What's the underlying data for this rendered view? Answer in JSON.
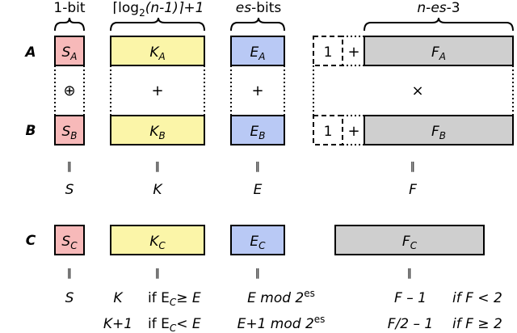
{
  "headers": {
    "sign": "1-bit",
    "regime_pre": "⌈log",
    "regime_sub": "2",
    "regime_post": "(n-1)⌉+1",
    "exp_es": "es",
    "exp_suffix": "-bits",
    "frac_n": "n",
    "frac_dash1": "-",
    "frac_es": "es",
    "frac_tail": "-3"
  },
  "rows": {
    "a": "A",
    "b": "B",
    "c": "C"
  },
  "fields": {
    "s": "S",
    "k": "K",
    "e": "E",
    "f": "F",
    "sub_a": "A",
    "sub_b": "B",
    "sub_c": "C",
    "hidden_one": "1"
  },
  "operators": {
    "xor": "⊕",
    "plus": "+",
    "times": "×",
    "equals": "∥"
  },
  "results": {
    "s": "S",
    "k": "K",
    "e": "E",
    "f": "F",
    "k_line1": "K",
    "k_line1_cond": "if E",
    "k_line1_rel": "≥ E",
    "k_line2": "K+1",
    "k_line2_cond": "if E",
    "k_line2_rel": "< E",
    "e_line1": "E mod 2",
    "e_line2": "E+1 mod 2",
    "e_sup": "es",
    "f_line1": "F – 1",
    "f_line1_cond": "if F < 2",
    "f_line2": "F/2 – 1",
    "f_line2_cond": "if F ≥ 2"
  },
  "colors": {
    "sign_fill": "#f7b9b9",
    "regime_fill": "#fbf5a8",
    "exponent_fill": "#b9c9f5",
    "fraction_fill": "#cfcfcf"
  }
}
